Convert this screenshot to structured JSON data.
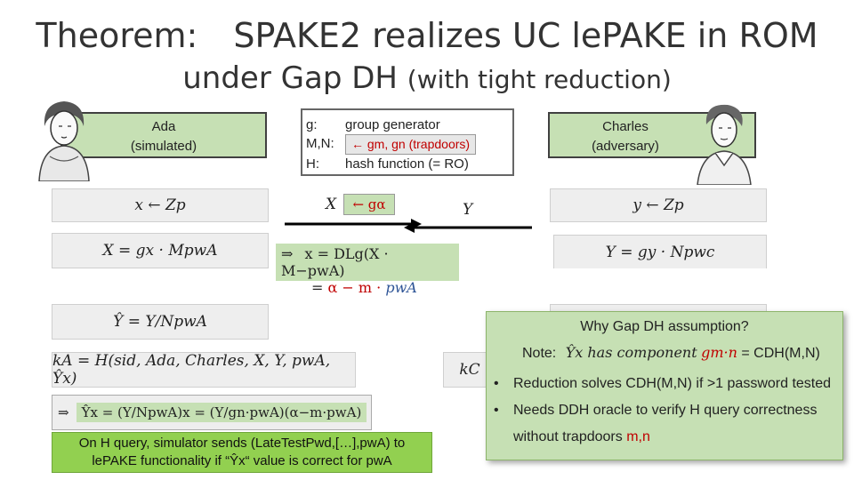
{
  "title": {
    "line1_left": "Theorem:",
    "line1_right": "SPAKE2 realizes UC lePAKE in ROM",
    "line2_main": "under Gap DH",
    "line2_paren": "(with tight reduction)"
  },
  "ada": {
    "name": "Ada",
    "role": "(simulated)"
  },
  "charles": {
    "name": "Charles",
    "role": "(adversary)"
  },
  "params": {
    "g_key": "g:",
    "g_val": "group generator",
    "mn_key": "M,N:",
    "mn_val": "← gm, gn (trapdoors)",
    "h_key": "H:",
    "h_val": "hash function (= RO)"
  },
  "messages": {
    "X": "X",
    "X_val": "← gα",
    "Y": "Y"
  },
  "left_rows": {
    "r1": "x ← Zp",
    "r2": "X = gx · MpwA",
    "r3": "Ŷ = Y/NpwA",
    "r4": "kA = H(sid, Ada, Charles, X, Y, pwA, Ŷx)"
  },
  "right_rows": {
    "r1": "y ← Zp",
    "r2": "Y = gy · Npwc",
    "r4_stub": "kC"
  },
  "derivation1": {
    "arrow": "⇒",
    "line1": "x = DLg(X · M−pwA)",
    "line2_eq": "=",
    "line2_alpha": "α",
    "line2_minus": "−",
    "line2_m": "m ·",
    "line2_pw": "pwA"
  },
  "derivation2": {
    "arrow": "⇒",
    "text": "Ŷx = (Y/NpwA)x = (Y/gn·pwA)(α−m·pwA)"
  },
  "sim_note": {
    "line1": "On H query, simulator sends (LateTestPwd,[…],pwA) to",
    "line2": "lePAKE functionality if “Ŷx“ value is correct for pwA"
  },
  "popup": {
    "heading": "Why Gap DH assumption?",
    "note_label": "Note:",
    "note_text1": "Ŷx has component",
    "note_red": "gm·n",
    "note_text2": "= CDH(M,N)",
    "bullet1": "Reduction solves CDH(M,N) if >1 password tested",
    "bullet2": "Needs DDH oracle to verify H query correctness",
    "bullet2_cont": "without trapdoors",
    "bullet2_red": "m,n"
  },
  "colors": {
    "green_light": "#c6e0b4",
    "green_dark": "#92d050",
    "red": "#c00000",
    "gray": "#eeeeee"
  }
}
